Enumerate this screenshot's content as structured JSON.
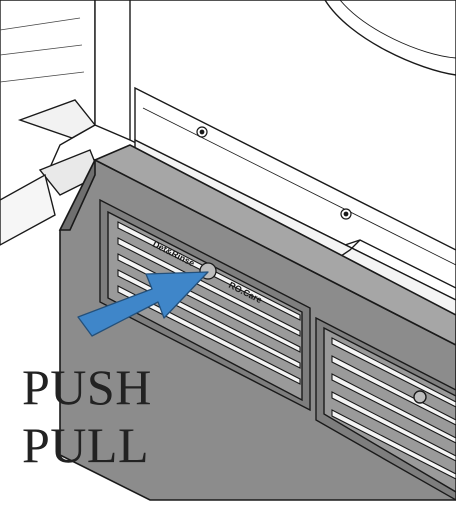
{
  "labels": {
    "left_tab": "Det&Rinse",
    "right_tab": "RO.Care"
  },
  "instructions": {
    "push": "PUSH",
    "pull": "PULL"
  },
  "arrow": {
    "direction": "push-in",
    "color": "#3f86c9"
  },
  "colors": {
    "line": "#1a1a1a",
    "plinth": "#8c8c8c",
    "plinth_dark": "#6f6f6f",
    "background": "#ffffff"
  }
}
